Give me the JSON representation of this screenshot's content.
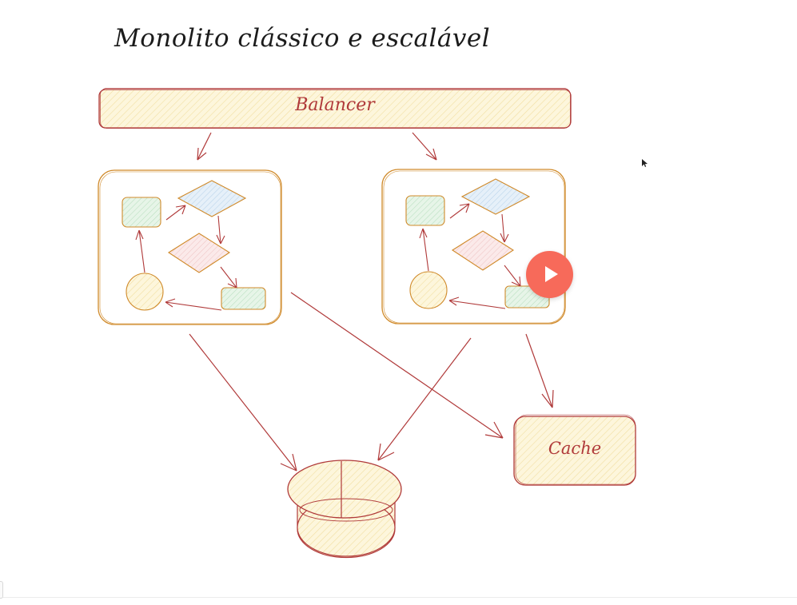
{
  "title": "Monolito clássico e escalável",
  "nodes": {
    "balancer_label": "Balancer",
    "cache_label": "Cache"
  },
  "colors": {
    "stroke_red": "#b03a3a",
    "stroke_orange": "#d08a2a",
    "fill_yellow": "#fbf1cf",
    "fill_green": "#d6efd9",
    "fill_blue": "#d5e7f5",
    "fill_pink": "#f5dada",
    "play_accent": "#f76a5a"
  },
  "icons": {
    "play": "play-icon",
    "cursor": "mouse-cursor-icon"
  }
}
